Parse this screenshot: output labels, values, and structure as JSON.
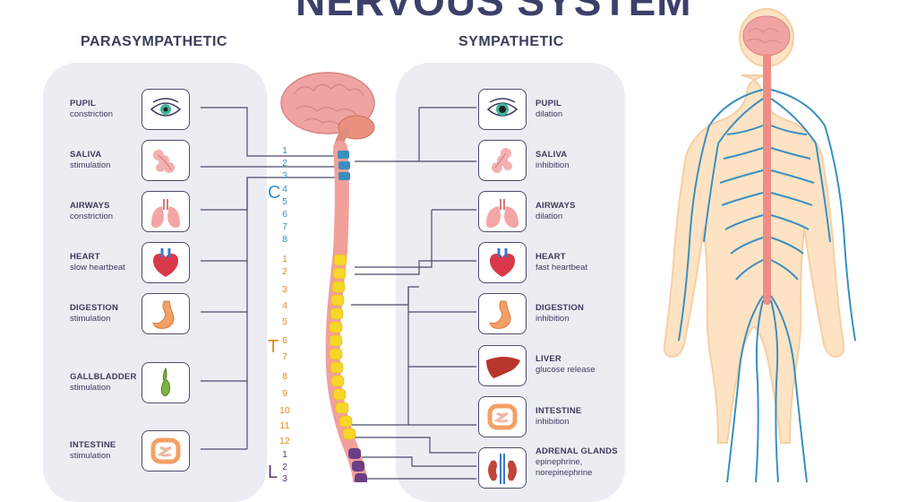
{
  "title": "NERVOUS SYSTEM",
  "parasympathetic": {
    "heading": "PARASYMPATHETIC",
    "items": [
      {
        "title": "PUPIL",
        "sub": "constriction",
        "icon": "eye-icon"
      },
      {
        "title": "SALIVA",
        "sub": "stimulation",
        "icon": "salivary-gland-icon"
      },
      {
        "title": "AIRWAYS",
        "sub": "constriction",
        "icon": "lungs-icon"
      },
      {
        "title": "HEART",
        "sub": "slow heartbeat",
        "icon": "heart-icon"
      },
      {
        "title": "DIGESTION",
        "sub": "stimulation",
        "icon": "stomach-icon"
      },
      {
        "title": "GALLBLADDER",
        "sub": "stimulation",
        "icon": "gallbladder-icon"
      },
      {
        "title": "INTESTINE",
        "sub": "stimulation",
        "icon": "intestine-icon"
      }
    ]
  },
  "sympathetic": {
    "heading": "SYMPATHETIC",
    "items": [
      {
        "title": "PUPIL",
        "sub": "dilation",
        "icon": "eye-icon"
      },
      {
        "title": "SALIVA",
        "sub": "inhibition",
        "icon": "salivary-gland-icon"
      },
      {
        "title": "AIRWAYS",
        "sub": "dilation",
        "icon": "lungs-icon"
      },
      {
        "title": "HEART",
        "sub": "fast heartbeat",
        "icon": "heart-icon"
      },
      {
        "title": "DIGESTION",
        "sub": "inhibition",
        "icon": "stomach-icon"
      },
      {
        "title": "LIVER",
        "sub": "glucose release",
        "icon": "liver-icon"
      },
      {
        "title": "INTESTINE",
        "sub": "inhibition",
        "icon": "intestine-icon"
      },
      {
        "title": "ADRENAL GLANDS",
        "sub": "epinephrine,",
        "sub2": "norepinephrine",
        "icon": "kidney-icon"
      }
    ]
  },
  "spine": {
    "cervical": {
      "letter": "C",
      "numbers": [
        "1",
        "2",
        "3",
        "4",
        "5",
        "6",
        "7",
        "8"
      ],
      "color": "#3a8fc0"
    },
    "thoracic": {
      "letter": "T",
      "numbers": [
        "1",
        "2",
        "3",
        "4",
        "5",
        "6",
        "7",
        "8",
        "9",
        "10",
        "11",
        "12"
      ],
      "color": "#e08a1e"
    },
    "lumbar": {
      "letter": "L",
      "numbers": [
        "1",
        "2",
        "3"
      ],
      "color": "#5b3a78"
    }
  },
  "colors": {
    "panel": "#ecedf3",
    "text": "#3b3d5c",
    "brain": "#f0a3a3",
    "cord": "#ee8d86",
    "nerves": "#3a8fc0",
    "skin": "#fde3c4"
  }
}
